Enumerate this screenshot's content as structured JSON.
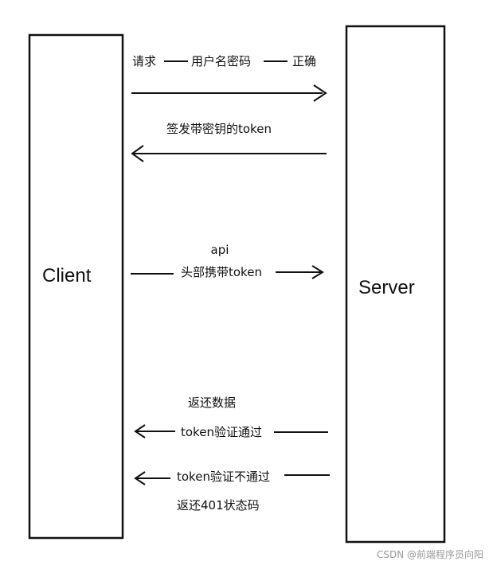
{
  "client_label": "Client",
  "server_label": "Server",
  "messages": {
    "login_request": {
      "left": "请求",
      "mid": "用户名密码",
      "right": "正确"
    },
    "issue_token": "签发带密钥的token",
    "api_call": {
      "line1": "api",
      "line2": "头部携带token"
    },
    "return_data": "返还数据",
    "token_valid": "token验证通过",
    "token_invalid": "token验证不通过",
    "return_401": "返还401状态码"
  },
  "watermark": "CSDN @前端程序员向阳"
}
